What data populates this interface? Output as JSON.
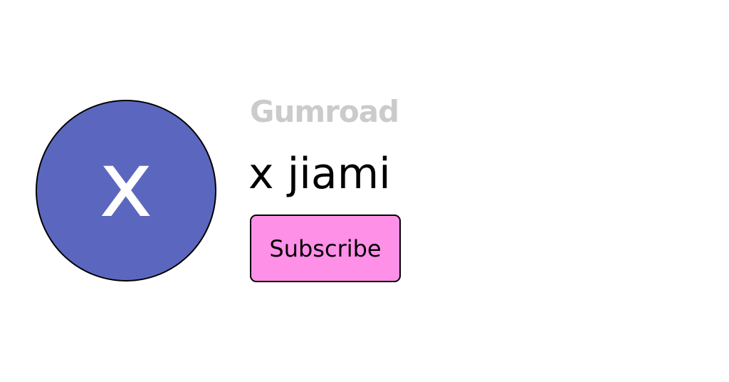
{
  "page": {
    "background_color": "#FFFFFF"
  },
  "header": {
    "logo_text": "Gumroad",
    "logo_color": "#CBCBCB"
  },
  "profile": {
    "avatar": {
      "letter": "x",
      "background_color": "#5B67BF",
      "letter_color": "#FFFFFF",
      "border_color": "#000000"
    },
    "name": "x jiami",
    "subscribe_button": {
      "label": "Subscribe",
      "background_color": "#FF90E8",
      "border_color": "#000000",
      "text_color": "#000000"
    }
  }
}
